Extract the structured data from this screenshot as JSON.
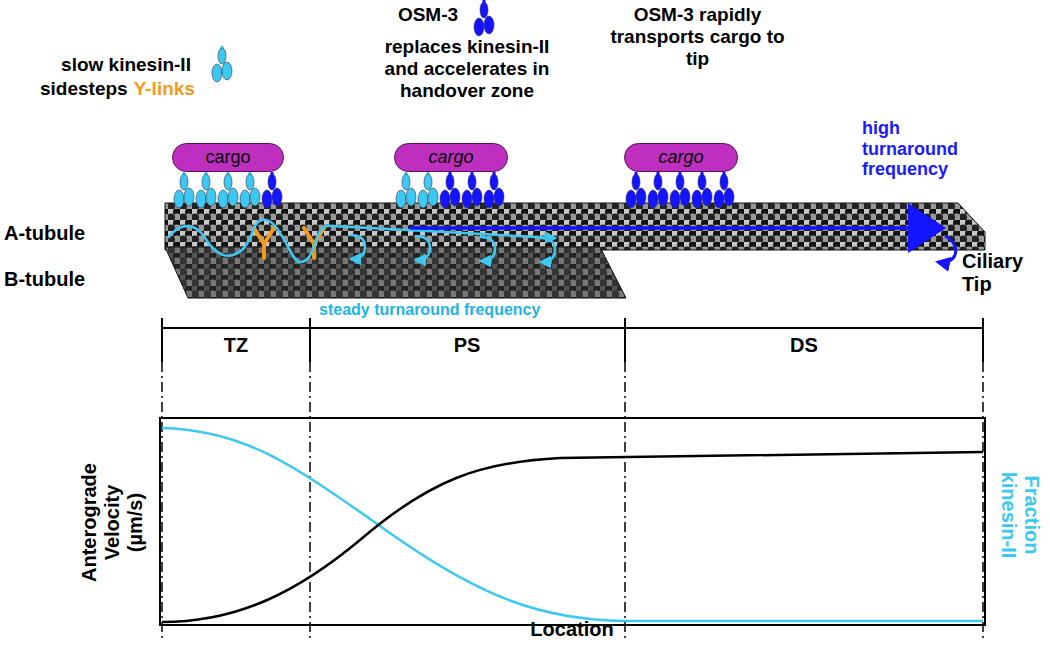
{
  "diagram": {
    "nodes": [
      {
        "text": [
          "cargo"
        ]
      },
      {
        "text": [
          "cargo"
        ]
      },
      {
        "text": [
          "cargo"
        ]
      }
    ],
    "labels": [
      "slow kinesin-II",
      "sidesteps",
      "Y-links",
      "OSM-3",
      "replaces kinesin-II and accelerates in handover zone",
      "OSM-3 rapidly transports cargo to tip",
      "high turnaround frequency",
      "A-tubule",
      "B-tubule",
      "steady turnaround frequency",
      "Ciliary Tip",
      "TZ",
      "PS",
      "DS",
      "Anterograde Velocity (µm/s)",
      "Fraction kinesin-II",
      "Location"
    ]
  }
}
